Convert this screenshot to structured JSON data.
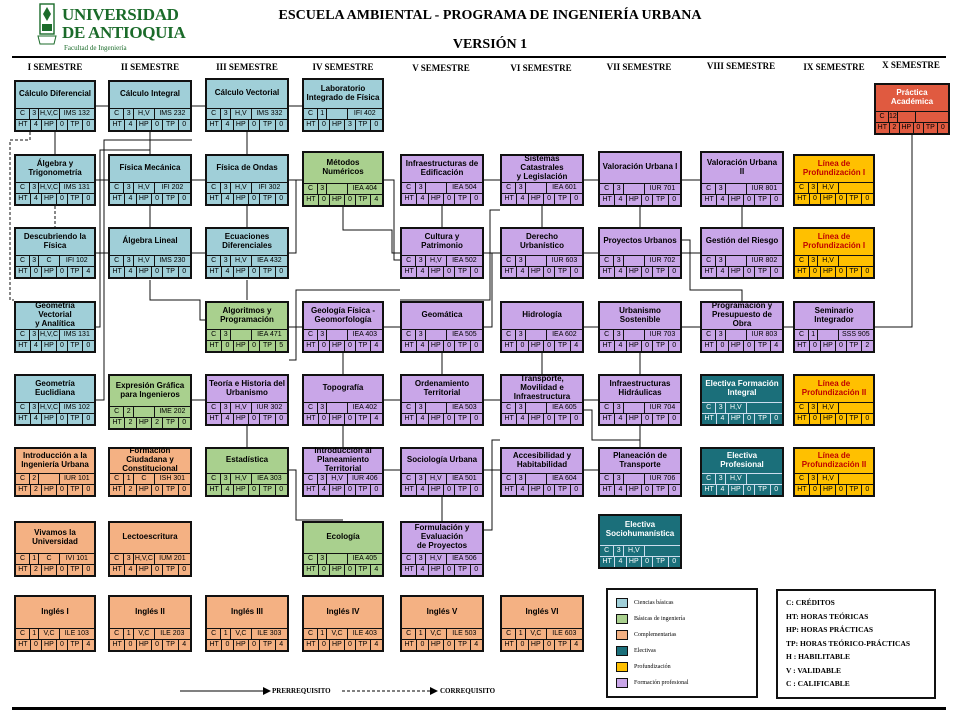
{
  "header": {
    "logo_line1": "UNIVERSIDAD",
    "logo_line2": "DE ANTIOQUIA",
    "logo_faculty": "Facultad de Ingeniería",
    "title": "ESCUELA AMBIENTAL - PROGRAMA DE INGENIERÍA URBANA",
    "version": "VERSIÓN 1"
  },
  "semesters": [
    "I SEMESTRE",
    "II SEMESTRE",
    "III SEMESTRE",
    "IV SEMESTRE",
    "V SEMESTRE",
    "VI SEMESTRE",
    "VII SEMESTRE",
    "VIII SEMESTRE",
    "IX SEMESTRE",
    "X SEMESTRE"
  ],
  "colors": {
    "basic": "#a0cfd8",
    "engineering": "#a9d08e",
    "complementary": "#f4b183",
    "elective": "#1b6f7a",
    "deepening": "#ffc000",
    "professional": "#c9a6e8",
    "practice": "#e05a40"
  },
  "courses": [
    {
      "id": "calculo-diferencial",
      "name": "Cálculo Diferencial",
      "cat": "basic",
      "r1": [
        "C",
        "3",
        "H,V,C",
        "IMS 132"
      ],
      "r2": [
        "HT",
        "4",
        "HP",
        "0",
        "TP",
        "0"
      ]
    },
    {
      "id": "algebra-trigonometria",
      "name": "Álgebra y\nTrigonometría",
      "cat": "basic",
      "r1": [
        "C",
        "3",
        "H,V,C",
        "IMS 131"
      ],
      "r2": [
        "HT",
        "4",
        "HP",
        "0",
        "TP",
        "0"
      ]
    },
    {
      "id": "descubriendo-fisica",
      "name": "Descubriendo la\nFísica",
      "cat": "basic",
      "r1": [
        "C",
        "3",
        "C",
        "IFI 102"
      ],
      "r2": [
        "HT",
        "0",
        "HP",
        "0",
        "TP",
        "4"
      ]
    },
    {
      "id": "geometria-vectorial",
      "name": "Geometría Vectorial\ny Analítica",
      "cat": "basic",
      "r1": [
        "C",
        "3",
        "H,V,C",
        "IMS 131"
      ],
      "r2": [
        "HT",
        "4",
        "HP",
        "0",
        "TP",
        "0"
      ]
    },
    {
      "id": "geometria-euclidiana",
      "name": "Geometría\nEuclidiana",
      "cat": "basic",
      "r1": [
        "C",
        "3",
        "H,V,C",
        "IMS 102"
      ],
      "r2": [
        "HT",
        "4",
        "HP",
        "0",
        "TP",
        "0"
      ]
    },
    {
      "id": "intro-ing-urbana",
      "name": "Introducción a la\nIngeniería Urbana",
      "cat": "comp",
      "r1": [
        "C",
        "2",
        "",
        "IUR 101"
      ],
      "r2": [
        "HT",
        "2",
        "HP",
        "0",
        "TP",
        "0"
      ]
    },
    {
      "id": "vivamos-universidad",
      "name": "Vivamos la\nUniversidad",
      "cat": "comp",
      "r1": [
        "C",
        "1",
        "C",
        "IVI 101"
      ],
      "r2": [
        "HT",
        "2",
        "HP",
        "0",
        "TP",
        "0"
      ]
    },
    {
      "id": "ingles-1",
      "name": "Inglés I",
      "cat": "comp",
      "r1": [
        "C",
        "1",
        "V,C",
        "ILE 103"
      ],
      "r2": [
        "HT",
        "0",
        "HP",
        "0",
        "TP",
        "4"
      ]
    },
    {
      "id": "calculo-integral",
      "name": "Cálculo Integral",
      "cat": "basic",
      "r1": [
        "C",
        "3",
        "H,V",
        "IMS 232"
      ],
      "r2": [
        "HT",
        "4",
        "HP",
        "0",
        "TP",
        "0"
      ]
    },
    {
      "id": "fisica-mecanica",
      "name": "Física Mecánica",
      "cat": "basic",
      "r1": [
        "C",
        "3",
        "H,V",
        "IFI 202"
      ],
      "r2": [
        "HT",
        "4",
        "HP",
        "0",
        "TP",
        "0"
      ]
    },
    {
      "id": "algebra-lineal",
      "name": "Álgebra Lineal",
      "cat": "basic",
      "r1": [
        "C",
        "3",
        "H,V",
        "IMS 230"
      ],
      "r2": [
        "HT",
        "4",
        "HP",
        "0",
        "TP",
        "0"
      ]
    },
    {
      "id": "expresion-grafica",
      "name": "Expresión Gráfica\npara Ingenieros",
      "cat": "eng",
      "r1": [
        "C",
        "2",
        "",
        "IME 202"
      ],
      "r2": [
        "HT",
        "2",
        "HP",
        "2",
        "TP",
        "0"
      ]
    },
    {
      "id": "formacion-ciudadana",
      "name": "Formación Ciudadana y\nConstitucional",
      "cat": "comp",
      "r1": [
        "C",
        "1",
        "C",
        "ISH 301"
      ],
      "r2": [
        "HT",
        "2",
        "HP",
        "0",
        "TP",
        "0"
      ]
    },
    {
      "id": "lectoescritura",
      "name": "Lectoescritura",
      "cat": "comp",
      "r1": [
        "C",
        "3",
        "H,V,C",
        "IUM 201"
      ],
      "r2": [
        "HT",
        "4",
        "HP",
        "0",
        "TP",
        "0"
      ]
    },
    {
      "id": "ingles-2",
      "name": "Inglés II",
      "cat": "comp",
      "r1": [
        "C",
        "1",
        "V,C",
        "ILE 203"
      ],
      "r2": [
        "HT",
        "0",
        "HP",
        "0",
        "TP",
        "4"
      ]
    },
    {
      "id": "calculo-vectorial",
      "name": "Cálculo Vectorial",
      "cat": "basic",
      "r1": [
        "C",
        "3",
        "H,V",
        "IMS 332"
      ],
      "r2": [
        "HT",
        "4",
        "HP",
        "0",
        "TP",
        "0"
      ]
    },
    {
      "id": "fisica-ondas",
      "name": "Física de Ondas",
      "cat": "basic",
      "r1": [
        "C",
        "3",
        "H,V",
        "IFI 302"
      ],
      "r2": [
        "HT",
        "4",
        "HP",
        "0",
        "TP",
        "0"
      ]
    },
    {
      "id": "ecuaciones-diferenciales",
      "name": "Ecuaciones\nDiferenciales",
      "cat": "basic",
      "r1": [
        "C",
        "3",
        "H,V",
        "IEA 432"
      ],
      "r2": [
        "HT",
        "4",
        "HP",
        "0",
        "TP",
        "0"
      ]
    },
    {
      "id": "algoritmos-programacion",
      "name": "Algoritmos y\nProgramación",
      "cat": "eng",
      "r1": [
        "C",
        "3",
        "",
        "IEA 471"
      ],
      "r2": [
        "HT",
        "0",
        "HP",
        "0",
        "TP",
        "5"
      ]
    },
    {
      "id": "teoria-historia-urbanismo",
      "name": "Teoría e Historia del\nUrbanismo",
      "cat": "prof",
      "r1": [
        "C",
        "3",
        "H,V",
        "IUR 302"
      ],
      "r2": [
        "HT",
        "4",
        "HP",
        "0",
        "TP",
        "0"
      ]
    },
    {
      "id": "estadistica",
      "name": "Estadística",
      "cat": "eng",
      "r1": [
        "C",
        "3",
        "H,V",
        "IEA 303"
      ],
      "r2": [
        "HT",
        "4",
        "HP",
        "0",
        "TP",
        "0"
      ]
    },
    {
      "id": "ingles-3",
      "name": "Inglés III",
      "cat": "comp",
      "r1": [
        "C",
        "1",
        "V,C",
        "ILE 303"
      ],
      "r2": [
        "HT",
        "0",
        "HP",
        "0",
        "TP",
        "4"
      ]
    },
    {
      "id": "lab-integrado-fisica",
      "name": "Laboratorio\nIntegrado de Física",
      "cat": "basic",
      "r1": [
        "C",
        "1",
        "",
        "IFI 402"
      ],
      "r2": [
        "HT",
        "0",
        "HP",
        "3",
        "TP",
        "0"
      ]
    },
    {
      "id": "metodos-numericos",
      "name": "Métodos Numéricos",
      "cat": "eng",
      "r1": [
        "C",
        "3",
        "",
        "IEA 404"
      ],
      "r2": [
        "HT",
        "0",
        "HP",
        "0",
        "TP",
        "4"
      ]
    },
    {
      "id": "geologia-fisica",
      "name": "Geología Física -\nGeomorfología",
      "cat": "prof",
      "r1": [
        "C",
        "3",
        "",
        "IEA 403"
      ],
      "r2": [
        "HT",
        "0",
        "HP",
        "0",
        "TP",
        "4"
      ]
    },
    {
      "id": "topografia",
      "name": "Topografía",
      "cat": "prof",
      "r1": [
        "C",
        "3",
        "",
        "IEA 402"
      ],
      "r2": [
        "HT",
        "0",
        "HP",
        "0",
        "TP",
        "4"
      ]
    },
    {
      "id": "intro-planeamiento",
      "name": "Introducción al\nPlaneamiento Territorial",
      "cat": "prof",
      "r1": [
        "C",
        "3",
        "H,V",
        "IUR 406"
      ],
      "r2": [
        "HT",
        "4",
        "HP",
        "0",
        "TP",
        "0"
      ]
    },
    {
      "id": "ecologia",
      "name": "Ecología",
      "cat": "eng",
      "r1": [
        "C",
        "3",
        "",
        "IEA 405"
      ],
      "r2": [
        "HT",
        "0",
        "HP",
        "0",
        "TP",
        "4"
      ]
    },
    {
      "id": "ingles-4",
      "name": "Inglés IV",
      "cat": "comp",
      "r1": [
        "C",
        "1",
        "V,C",
        "ILE 403"
      ],
      "r2": [
        "HT",
        "0",
        "HP",
        "0",
        "TP",
        "4"
      ]
    },
    {
      "id": "infraestructuras-edificacion",
      "name": "Infraestructuras de\nEdificación",
      "cat": "prof",
      "r1": [
        "C",
        "3",
        "",
        "IEA 504"
      ],
      "r2": [
        "HT",
        "4",
        "HP",
        "0",
        "TP",
        "0"
      ]
    },
    {
      "id": "cultura-patrimonio",
      "name": "Cultura y Patrimonio",
      "cat": "prof",
      "r1": [
        "C",
        "3",
        "H,V",
        "IEA 502"
      ],
      "r2": [
        "HT",
        "4",
        "HP",
        "0",
        "TP",
        "0"
      ]
    },
    {
      "id": "geomatica",
      "name": "Geomática",
      "cat": "prof",
      "r1": [
        "C",
        "3",
        "",
        "IEA 505"
      ],
      "r2": [
        "HT",
        "4",
        "HP",
        "0",
        "TP",
        "0"
      ]
    },
    {
      "id": "ordenamiento-territorial",
      "name": "Ordenamiento\nTerritorial",
      "cat": "prof",
      "r1": [
        "C",
        "3",
        "",
        "IEA 503"
      ],
      "r2": [
        "HT",
        "4",
        "HP",
        "0",
        "TP",
        "0"
      ]
    },
    {
      "id": "sociologia-urbana",
      "name": "Sociología Urbana",
      "cat": "prof",
      "r1": [
        "C",
        "3",
        "H,V",
        "IEA 501"
      ],
      "r2": [
        "HT",
        "4",
        "HP",
        "0",
        "TP",
        "0"
      ]
    },
    {
      "id": "formulacion-proyectos",
      "name": "Formulación y Evaluación\nde Proyectos",
      "cat": "prof",
      "r1": [
        "C",
        "3",
        "H,V",
        "IEA 506"
      ],
      "r2": [
        "HT",
        "4",
        "HP",
        "0",
        "TP",
        "0"
      ]
    },
    {
      "id": "ingles-5",
      "name": "Inglés V",
      "cat": "comp",
      "r1": [
        "C",
        "1",
        "V,C",
        "ILE 503"
      ],
      "r2": [
        "HT",
        "0",
        "HP",
        "0",
        "TP",
        "4"
      ]
    },
    {
      "id": "sistemas-catastrales",
      "name": "Sistemas Catastrales\ny Legislación",
      "cat": "prof",
      "r1": [
        "C",
        "3",
        "",
        "IEA 601"
      ],
      "r2": [
        "HT",
        "4",
        "HP",
        "0",
        "TP",
        "0"
      ]
    },
    {
      "id": "derecho-urbanistico",
      "name": "Derecho Urbanístico",
      "cat": "prof",
      "r1": [
        "C",
        "3",
        "",
        "IUR 603"
      ],
      "r2": [
        "HT",
        "4",
        "HP",
        "0",
        "TP",
        "0"
      ]
    },
    {
      "id": "hidrologia",
      "name": "Hidrología",
      "cat": "prof",
      "r1": [
        "C",
        "3",
        "",
        "IEA 602"
      ],
      "r2": [
        "HT",
        "0",
        "HP",
        "0",
        "TP",
        "4"
      ]
    },
    {
      "id": "transporte-movilidad",
      "name": "Transporte, Movilidad e\nInfraestructura",
      "cat": "prof",
      "r1": [
        "C",
        "3",
        "",
        "IEA 605"
      ],
      "r2": [
        "HT",
        "4",
        "HP",
        "0",
        "TP",
        "0"
      ]
    },
    {
      "id": "accesibilidad-habitabilidad",
      "name": "Accesibilidad y\nHabitabilidad",
      "cat": "prof",
      "r1": [
        "C",
        "3",
        "",
        "IEA 604"
      ],
      "r2": [
        "HT",
        "4",
        "HP",
        "0",
        "TP",
        "0"
      ]
    },
    {
      "id": "ingles-6",
      "name": "Inglés VI",
      "cat": "comp",
      "r1": [
        "C",
        "1",
        "V,C",
        "ILE 603"
      ],
      "r2": [
        "HT",
        "0",
        "HP",
        "0",
        "TP",
        "4"
      ]
    },
    {
      "id": "valoracion-urbana-1",
      "name": "Valoración Urbana I",
      "cat": "prof",
      "r1": [
        "C",
        "3",
        "",
        "IUR 701"
      ],
      "r2": [
        "HT",
        "4",
        "HP",
        "0",
        "TP",
        "0"
      ]
    },
    {
      "id": "proyectos-urbanos",
      "name": "Proyectos Urbanos",
      "cat": "prof",
      "r1": [
        "C",
        "3",
        "",
        "IUR 702"
      ],
      "r2": [
        "HT",
        "4",
        "HP",
        "0",
        "TP",
        "0"
      ]
    },
    {
      "id": "urbanismo-sostenible",
      "name": "Urbanismo\nSostenible",
      "cat": "prof",
      "r1": [
        "C",
        "3",
        "",
        "IUR 703"
      ],
      "r2": [
        "HT",
        "4",
        "HP",
        "0",
        "TP",
        "0"
      ]
    },
    {
      "id": "infraestructuras-hidraulicas",
      "name": "Infraestructuras\nHidráulicas",
      "cat": "prof",
      "r1": [
        "C",
        "3",
        "",
        "IUR 704"
      ],
      "r2": [
        "HT",
        "4",
        "HP",
        "0",
        "TP",
        "0"
      ]
    },
    {
      "id": "planeacion-transporte",
      "name": "Planeación de\nTransporte",
      "cat": "prof",
      "r1": [
        "C",
        "3",
        "",
        "IUR 706"
      ],
      "r2": [
        "HT",
        "4",
        "HP",
        "0",
        "TP",
        "0"
      ]
    },
    {
      "id": "electiva-sociohumanistica",
      "name": "Electiva\nSociohumanística",
      "cat": "elec",
      "r1": [
        "C",
        "3",
        "H,V",
        ""
      ],
      "r2": [
        "HT",
        "4",
        "HP",
        "0",
        "TP",
        "0"
      ]
    },
    {
      "id": "valoracion-urbana-2",
      "name": "Valoración Urbana II",
      "cat": "prof",
      "r1": [
        "C",
        "3",
        "",
        "IUR 801"
      ],
      "r2": [
        "HT",
        "4",
        "HP",
        "0",
        "TP",
        "0"
      ]
    },
    {
      "id": "gestion-riesgo",
      "name": "Gestión del Riesgo",
      "cat": "prof",
      "r1": [
        "C",
        "3",
        "",
        "IUR 802"
      ],
      "r2": [
        "HT",
        "4",
        "HP",
        "0",
        "TP",
        "0"
      ]
    },
    {
      "id": "programacion-presupuesto",
      "name": "Programación y\nPresupuesto de Obra",
      "cat": "prof",
      "r1": [
        "C",
        "3",
        "",
        "IUR 803"
      ],
      "r2": [
        "HT",
        "0",
        "HP",
        "0",
        "TP",
        "4"
      ]
    },
    {
      "id": "electiva-formacion-integral",
      "name": "Electiva Formación\nIntegral",
      "cat": "elec",
      "r1": [
        "C",
        "3",
        "H,V",
        ""
      ],
      "r2": [
        "HT",
        "4",
        "HP",
        "0",
        "TP",
        "0"
      ]
    },
    {
      "id": "electiva-profesional",
      "name": "Electiva Profesional",
      "cat": "elec",
      "r1": [
        "C",
        "3",
        "H,V",
        ""
      ],
      "r2": [
        "HT",
        "4",
        "HP",
        "0",
        "TP",
        "0"
      ]
    },
    {
      "id": "linea-prof-1a",
      "name": "Línea de\nProfundización I",
      "cat": "deep",
      "r1": [
        "C",
        "3",
        "H,V",
        ""
      ],
      "r2": [
        "HT",
        "0",
        "HP",
        "0",
        "TP",
        "0"
      ]
    },
    {
      "id": "linea-prof-1b",
      "name": "Línea de\nProfundización I",
      "cat": "deep",
      "r1": [
        "C",
        "3",
        "H,V",
        ""
      ],
      "r2": [
        "HT",
        "0",
        "HP",
        "0",
        "TP",
        "0"
      ]
    },
    {
      "id": "seminario-integrador",
      "name": "Seminario Integrador",
      "cat": "prof",
      "r1": [
        "C",
        "1",
        "",
        "SSS 905"
      ],
      "r2": [
        "HT",
        "0",
        "HP",
        "0",
        "TP",
        "2"
      ]
    },
    {
      "id": "linea-prof-2a",
      "name": "Línea de\nProfundización II",
      "cat": "deep",
      "r1": [
        "C",
        "3",
        "H,V",
        ""
      ],
      "r2": [
        "HT",
        "0",
        "HP",
        "0",
        "TP",
        "0"
      ]
    },
    {
      "id": "linea-prof-2b",
      "name": "Línea de\nProfundización II",
      "cat": "deep",
      "r1": [
        "C",
        "3",
        "H,V",
        ""
      ],
      "r2": [
        "HT",
        "0",
        "HP",
        "0",
        "TP",
        "0"
      ]
    },
    {
      "id": "practica-academica",
      "name": "Práctica Académica",
      "cat": "prac",
      "r1": [
        "C",
        "12",
        "",
        ""
      ],
      "r2": [
        "HT",
        "2",
        "HP",
        "0",
        "TP",
        "0"
      ]
    }
  ],
  "legend": [
    {
      "label": "Ciencias básicas",
      "cat": "basic"
    },
    {
      "label": "Básicas de ingeniería",
      "cat": "eng"
    },
    {
      "label": "Complementarias",
      "cat": "comp"
    },
    {
      "label": "Electivas",
      "cat": "elec"
    },
    {
      "label": "Profundización",
      "cat": "deep"
    },
    {
      "label": "Formación profesional",
      "cat": "prof"
    }
  ],
  "key": [
    "C: CRÉDITOS",
    "HT: HORAS TEÓRICAS",
    "HP: HORAS PRÁCTICAS",
    "TP: HORAS TEÓRICO-PRÁCTICAS",
    "H : HABILITABLE",
    "V : VALIDABLE",
    "C : CALIFICABLE"
  ],
  "arrows": {
    "prerequisite": "PRERREQUISITO",
    "corequisite": "CORREQUISITO"
  }
}
